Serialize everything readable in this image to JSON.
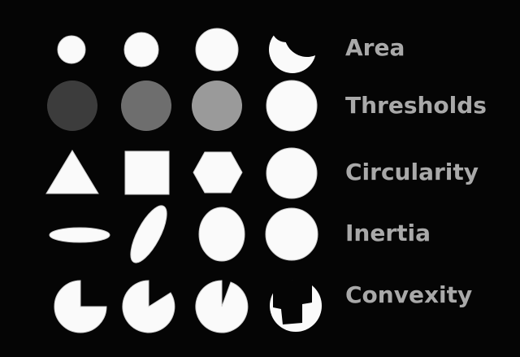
{
  "rows": [
    {
      "label": "Area"
    },
    {
      "label": "Thresholds"
    },
    {
      "label": "Circularity"
    },
    {
      "label": "Inertia"
    },
    {
      "label": "Convexity"
    }
  ],
  "colors": {
    "background": "#050505",
    "shape_fill": "#fafafa",
    "label_text": "#a9a9a9",
    "threshold_levels": [
      "#3c3c3c",
      "#6e6e6e",
      "#9a9a9a",
      "#fafafa"
    ]
  }
}
